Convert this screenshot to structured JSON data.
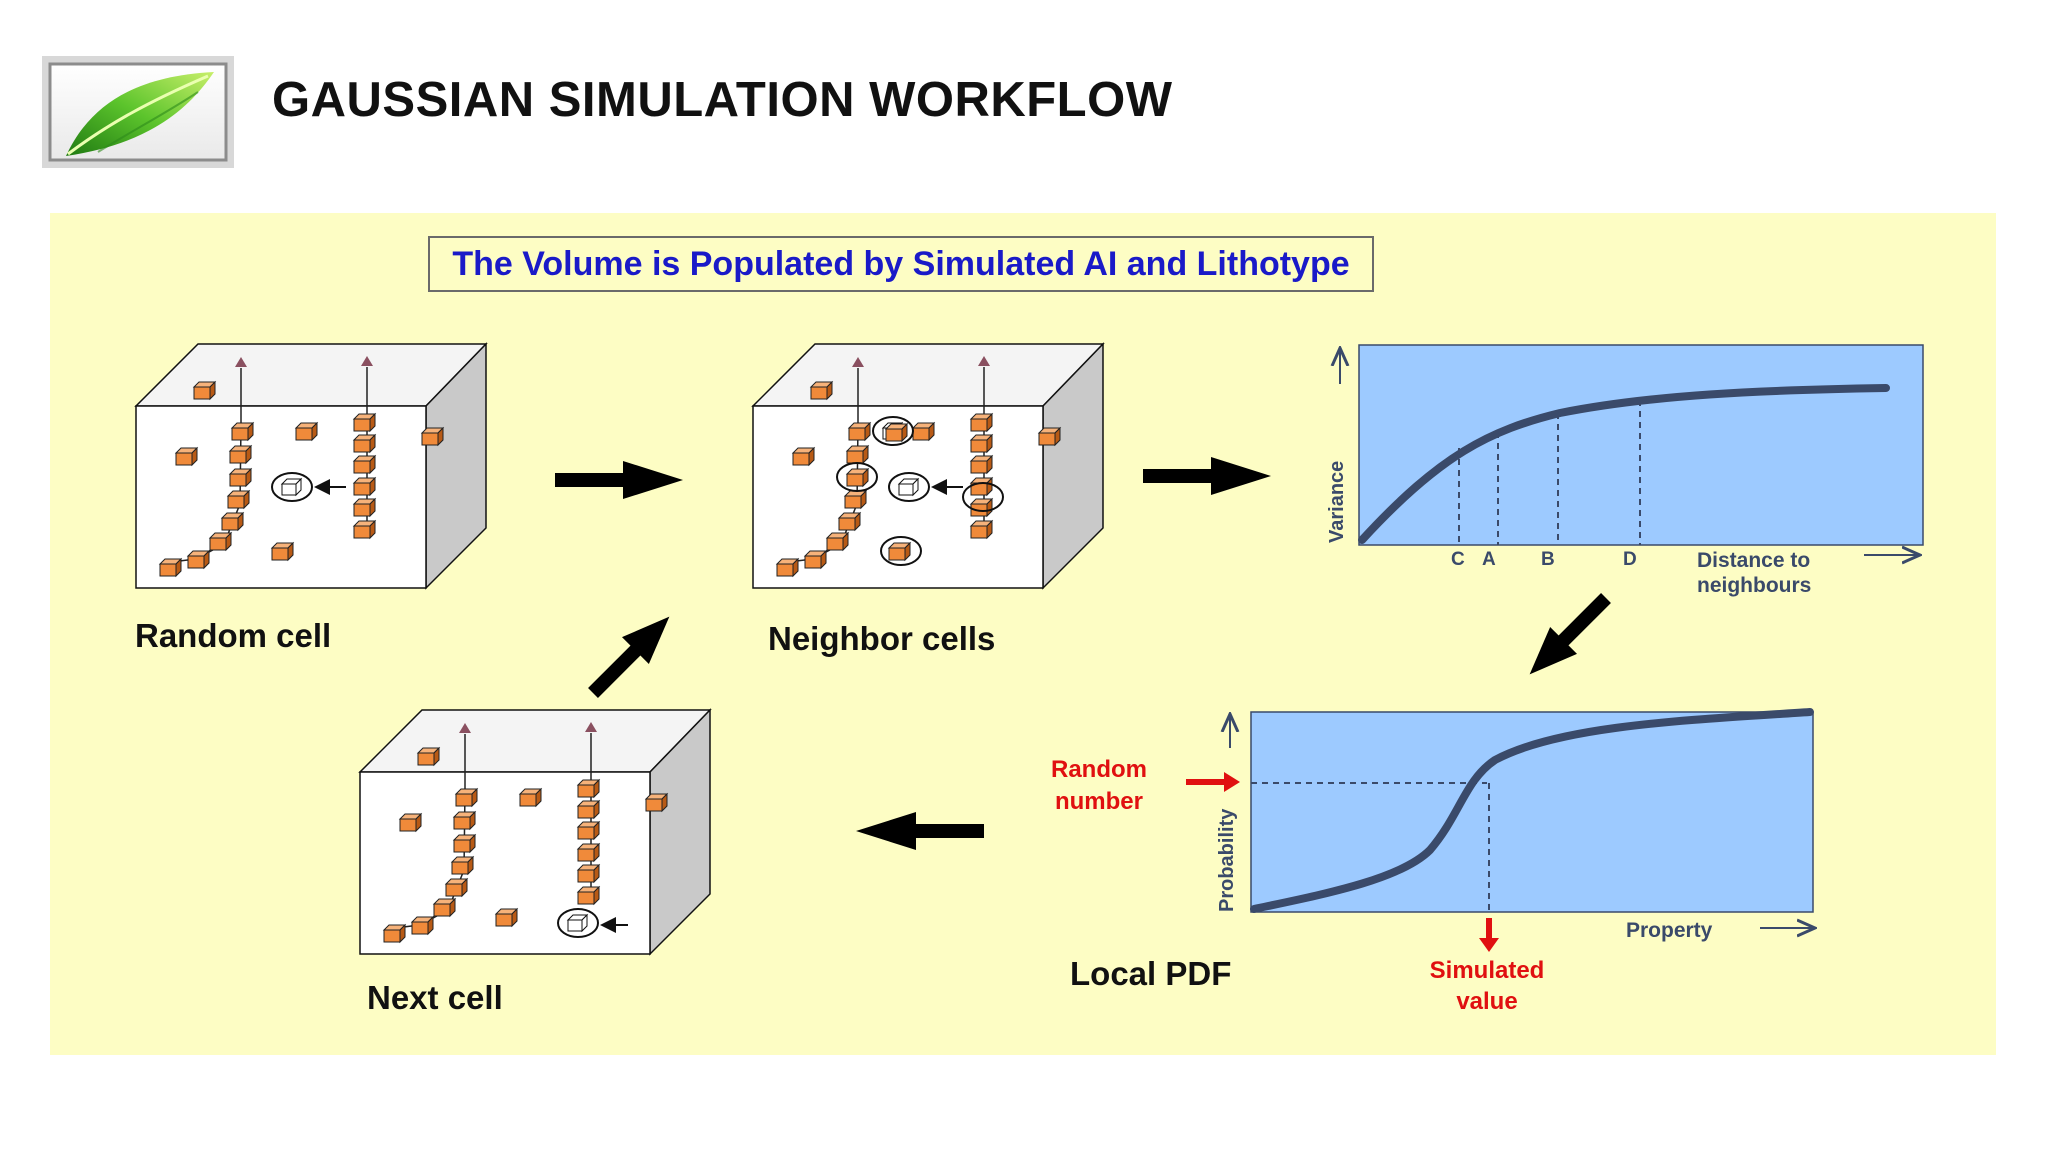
{
  "slide": {
    "title": "GAUSSIAN SIMULATION WORKFLOW",
    "banner": "The Volume is Populated by Simulated AI and Lithotype",
    "colors": {
      "panel": "#fdfdc4",
      "banner_text": "#1a1ac8",
      "cell": "#f08a3a",
      "plot_bg": "#9dcaff",
      "curve": "#3a4a6a",
      "highlight_red": "#e01010"
    }
  },
  "blocks": {
    "random_cell": "Random cell",
    "neighbor_cells": "Neighbor cells",
    "next_cell": "Next cell"
  },
  "variogram": {
    "y_label": "Variance",
    "x_label_line1": "Distance to",
    "x_label_line2": "neighbours",
    "ticks": [
      "C",
      "A",
      "B",
      "D"
    ]
  },
  "local_pdf": {
    "title": "Local PDF",
    "y_label": "Probability",
    "x_label": "Property",
    "random_number_line1": "Random",
    "random_number_line2": "number",
    "simulated_value_line1": "Simulated",
    "simulated_value_line2": "value"
  },
  "logo": {
    "icon": "leaf-logo-icon"
  }
}
